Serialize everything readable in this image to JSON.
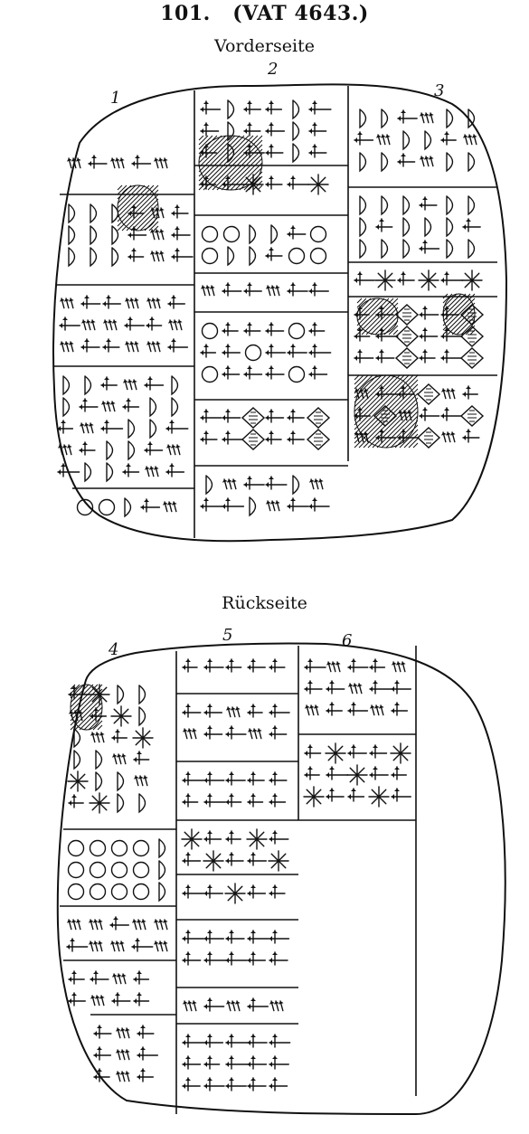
{
  "header": {
    "number": "101.",
    "designation": "(VAT 4643.)"
  },
  "obverse": {
    "label": "Vorderseite",
    "columns": [
      "1",
      "2",
      "3"
    ]
  },
  "reverse": {
    "label": "Rückseite",
    "columns": [
      "4",
      "5",
      "6"
    ]
  }
}
